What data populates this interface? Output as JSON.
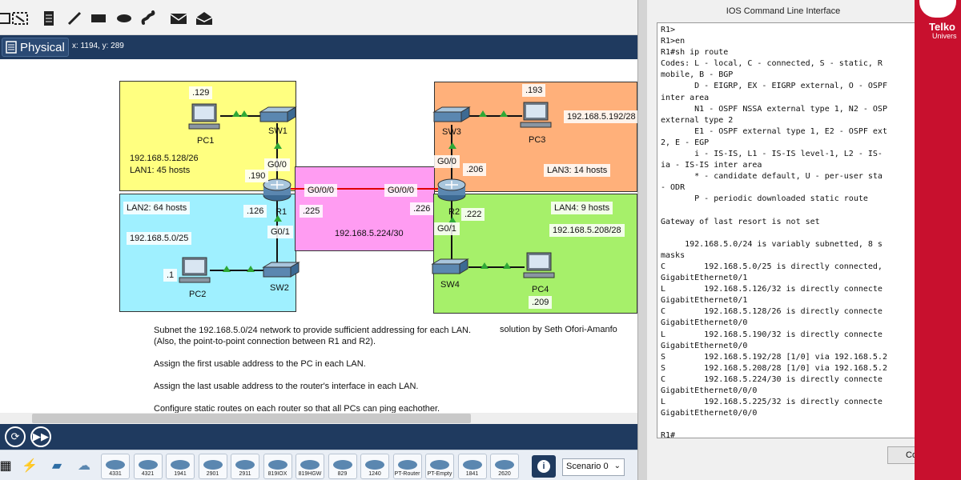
{
  "toolbar": {
    "icons": [
      "select-icon",
      "inspect-icon",
      "note-icon",
      "line-icon",
      "rectangle-icon",
      "ellipse-icon",
      "freeform-icon",
      "pdu-icon",
      "open-envelope-icon"
    ]
  },
  "nav": {
    "physical_label": "Physical",
    "coords": "x: 1194, y: 289"
  },
  "topology": {
    "lan1": {
      "pc_ip": ".129",
      "pc": "PC1",
      "switch": "SW1",
      "network": "192.168.5.128/26",
      "hosts": "LAN1: 45 hosts"
    },
    "lan2": {
      "hosts": "LAN2: 64 hosts",
      "network": "192.168.5.0/25",
      "pc_ip": ".1",
      "pc": "PC2",
      "switch": "SW2",
      "gw": ".126"
    },
    "lan3": {
      "pc_ip": ".193",
      "network": "192.168.5.192/28",
      "switch": "SW3",
      "pc": "PC3",
      "hosts": "LAN3: 14 hosts",
      "gw": ".206"
    },
    "lan4": {
      "hosts": "LAN4: 9 hosts",
      "network": "192.168.5.208/28",
      "switch": "SW4",
      "pc": "PC4",
      "pc_ip": ".209",
      "gw": ".222"
    },
    "r1": {
      "name": "R1",
      "g00": "G0/0",
      "g01": "G0/1",
      "g000": "G0/0/0",
      "lan1_gw": ".190",
      "wan_ip": ".225"
    },
    "r2": {
      "name": "R2",
      "g00": "G0/0",
      "g01": "G0/1",
      "g000": "G0/0/0",
      "wan_ip": ".226"
    },
    "wan": {
      "network": "192.168.5.224/30"
    }
  },
  "instructions": [
    "Subnet the 192.168.5.0/24 network to provide sufficient addressing for each LAN. (Also, the point-to-point connection between R1 and R2).",
    "Assign the first usable address to the PC in each LAN.",
    "Assign the last usable address to the router's interface in each LAN.",
    "Configure static routes on each router so that all PCs can ping eachother."
  ],
  "credit": "solution by Seth Ofori-Amanfo",
  "devices_bar": {
    "models": [
      "4331",
      "4321",
      "1941",
      "2901",
      "2911",
      "819IOX",
      "819HGW",
      "829",
      "1240",
      "PT-Router",
      "PT-Empty",
      "1841",
      "2620"
    ],
    "scenario": "Scenario 0"
  },
  "cli": {
    "title": "IOS Command Line Interface",
    "copy_label": "Co",
    "lines": [
      "R1>",
      "R1>en",
      "R1#sh ip route",
      "Codes: L - local, C - connected, S - static, R",
      "mobile, B - BGP",
      "       D - EIGRP, EX - EIGRP external, O - OSPF",
      "inter area",
      "       N1 - OSPF NSSA external type 1, N2 - OSP",
      "external type 2",
      "       E1 - OSPF external type 1, E2 - OSPF ext",
      "2, E - EGP",
      "       i - IS-IS, L1 - IS-IS level-1, L2 - IS-",
      "ia - IS-IS inter area",
      "       * - candidate default, U - per-user sta",
      "- ODR",
      "       P - periodic downloaded static route",
      "",
      "Gateway of last resort is not set",
      "",
      "     192.168.5.0/24 is variably subnetted, 8 s",
      "masks",
      "C        192.168.5.0/25 is directly connected,",
      "GigabitEthernet0/1",
      "L        192.168.5.126/32 is directly connecte",
      "GigabitEthernet0/1",
      "C        192.168.5.128/26 is directly connecte",
      "GigabitEthernet0/0",
      "L        192.168.5.190/32 is directly connecte",
      "GigabitEthernet0/0",
      "S        192.168.5.192/28 [1/0] via 192.168.5.2",
      "S        192.168.5.208/28 [1/0] via 192.168.5.2",
      "C        192.168.5.224/30 is directly connecte",
      "GigabitEthernet0/0/0",
      "L        192.168.5.225/32 is directly connecte",
      "GigabitEthernet0/0/0",
      "",
      "R1#"
    ]
  },
  "brand": {
    "name": "Telko",
    "sub": "Univers"
  },
  "colors": {
    "lan1": "#ffff80",
    "lan2": "#9ff0ff",
    "lan3": "#ffb07a",
    "lan4": "#a6f06a",
    "wan": "#ff9cf2",
    "wan_link": "#e00000",
    "port_up": "#2ea836",
    "navbar": "#1f3a5f",
    "brand": "#c8102e"
  }
}
